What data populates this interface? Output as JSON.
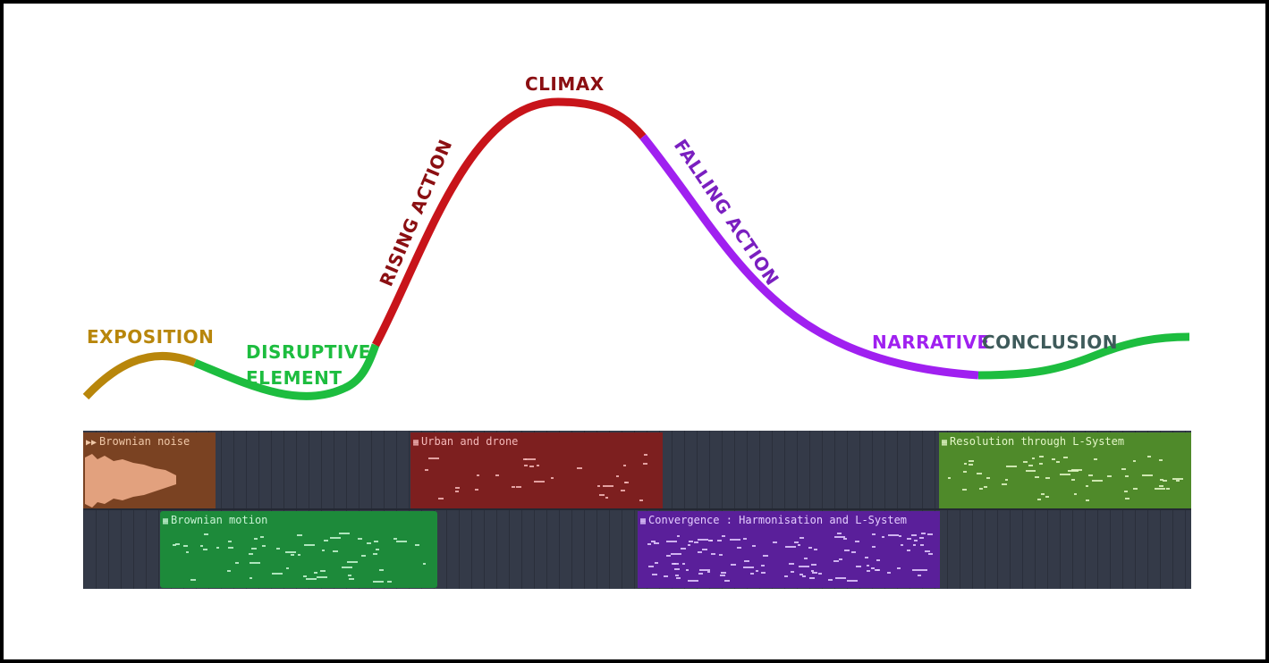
{
  "labels": {
    "exposition": "EXPOSITION",
    "disruptive_line1": "DISRUPTIVE",
    "disruptive_line2": "ELEMENT",
    "rising_action": "RISING ACTION",
    "climax": "CLIMAX",
    "falling_action": "FALLING ACTION",
    "narrative": "NARRATIVE",
    "conclusion": "CONCLUSION"
  },
  "colors": {
    "exposition": "#b8860b",
    "disruptive": "#1dbd3f",
    "rising": "#c8141a",
    "climax_text": "#8b0f12",
    "falling": "#a020f0",
    "conclusion_text": "#3e5a5a",
    "conclusion_line": "#1dbd3f"
  },
  "clips": {
    "brownian_noise": {
      "title": "Brownian noise",
      "icon": "audio-clip-icon",
      "color": "#7a4222",
      "title_color": "#f0c8a8"
    },
    "urban_drone": {
      "title": "Urban and drone",
      "icon": "pattern-clip-icon",
      "color": "#7d1f1f",
      "title_color": "#f4b8b8"
    },
    "resolution": {
      "title": "Resolution through L-System",
      "icon": "pattern-clip-icon",
      "color": "#4f8a2a",
      "title_color": "#e4f7c8"
    },
    "brownian_motion": {
      "title": "Brownian motion",
      "icon": "pattern-clip-icon",
      "color": "#1d8a3a",
      "title_color": "#c8f4d4"
    },
    "convergence": {
      "title": "Convergence : Harmonisation and L-System",
      "icon": "pattern-clip-icon",
      "color": "#5a1f9a",
      "title_color": "#e4ccff"
    }
  }
}
